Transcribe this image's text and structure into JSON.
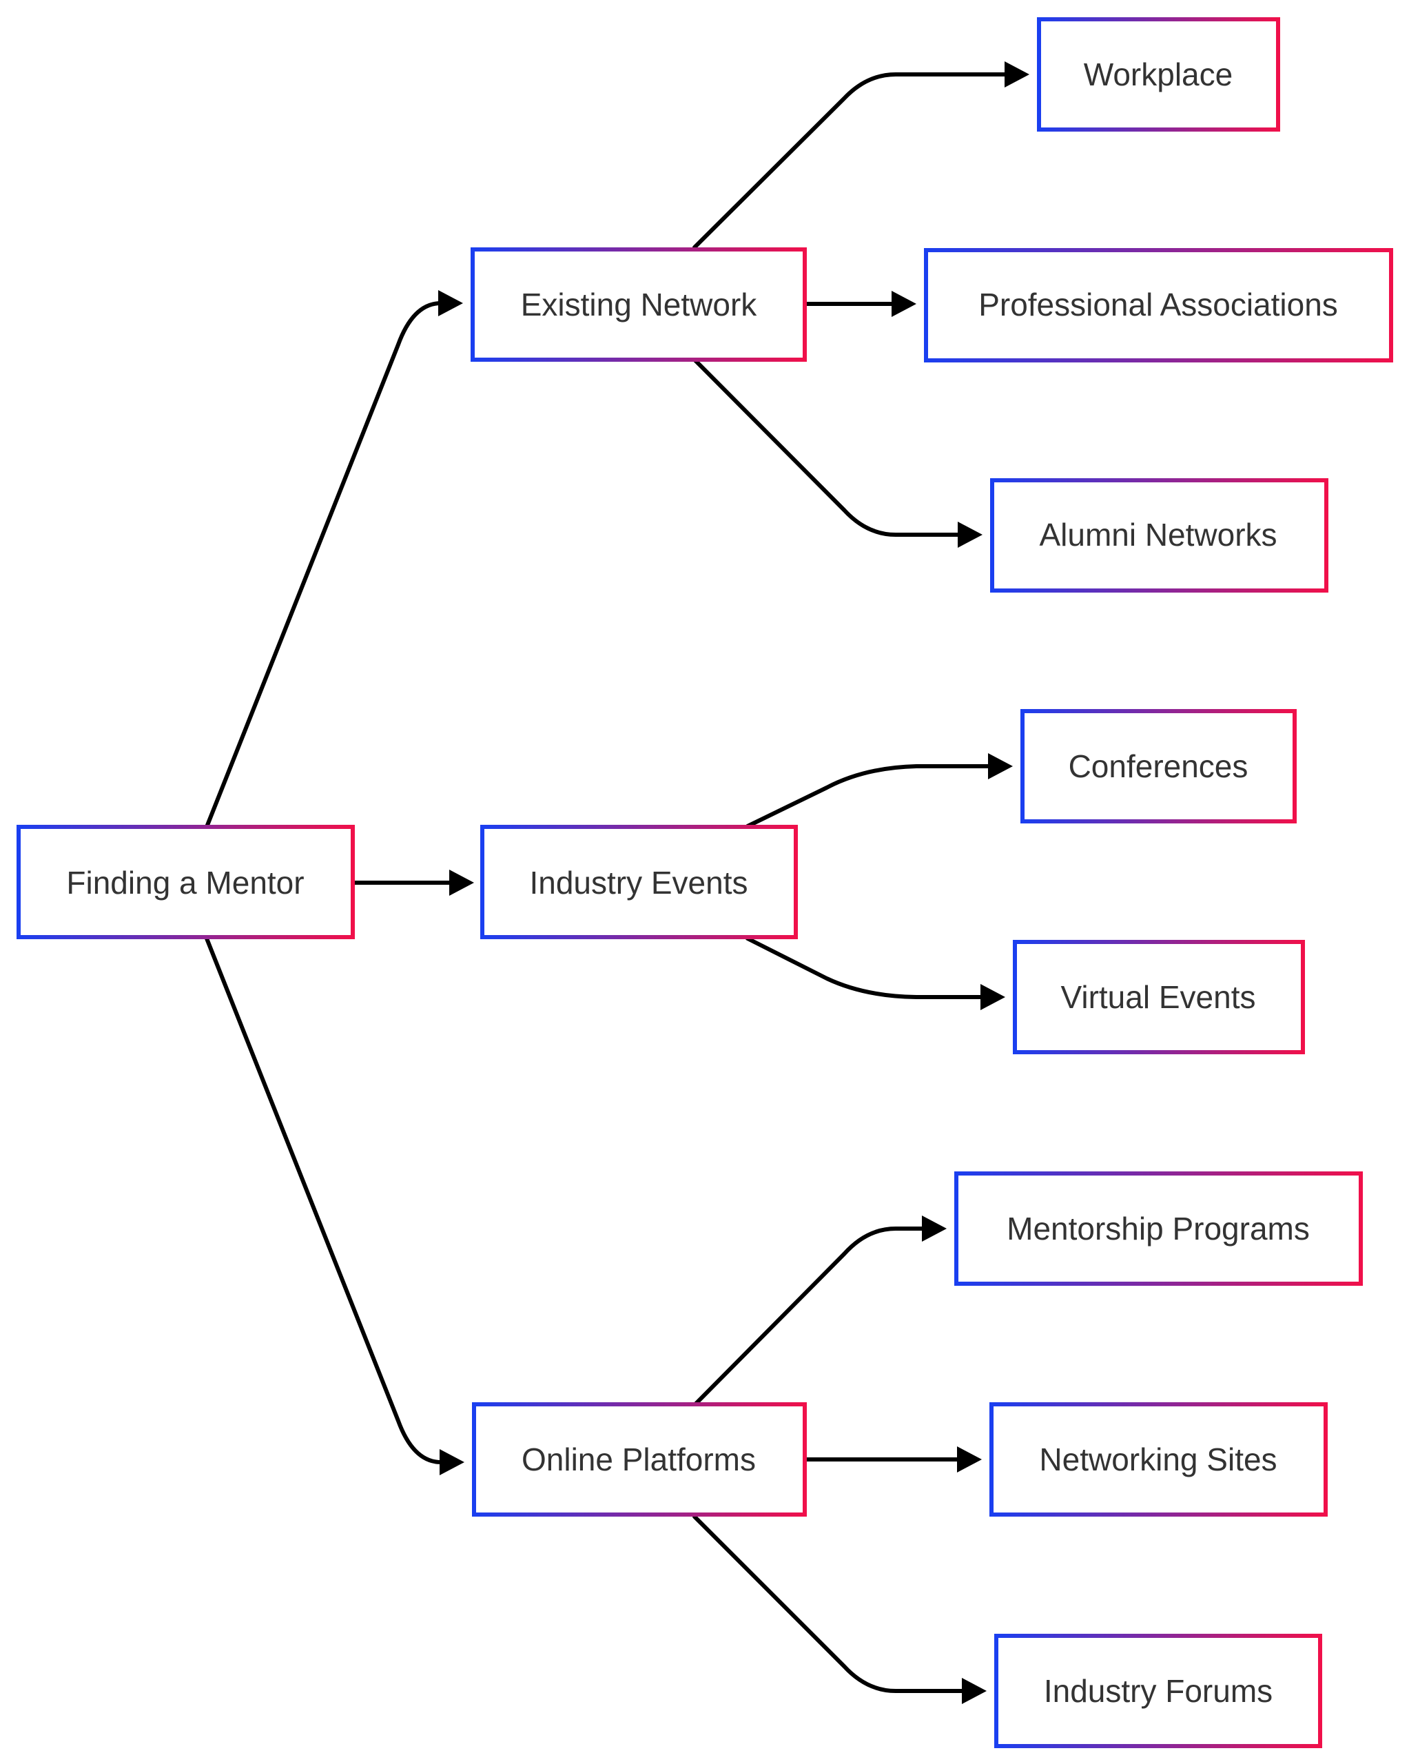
{
  "diagram": {
    "type": "flowchart",
    "direction": "left-to-right",
    "colors": {
      "box_border_start": "#1a3ff0",
      "box_border_end": "#f0104a",
      "edge": "#000000",
      "text": "#333333",
      "background": "#ffffff"
    },
    "nodes": {
      "finding_a_mentor": {
        "label": "Finding a Mentor"
      },
      "existing_network": {
        "label": "Existing Network"
      },
      "industry_events": {
        "label": "Industry Events"
      },
      "online_platforms": {
        "label": "Online Platforms"
      },
      "workplace": {
        "label": "Workplace"
      },
      "professional_associations": {
        "label": "Professional Associations"
      },
      "alumni_networks": {
        "label": "Alumni Networks"
      },
      "conferences": {
        "label": "Conferences"
      },
      "virtual_events": {
        "label": "Virtual Events"
      },
      "mentorship_programs": {
        "label": "Mentorship Programs"
      },
      "networking_sites": {
        "label": "Networking Sites"
      },
      "industry_forums": {
        "label": "Industry Forums"
      }
    },
    "edges": [
      {
        "from": "finding_a_mentor",
        "to": "existing_network"
      },
      {
        "from": "finding_a_mentor",
        "to": "industry_events"
      },
      {
        "from": "finding_a_mentor",
        "to": "online_platforms"
      },
      {
        "from": "existing_network",
        "to": "workplace"
      },
      {
        "from": "existing_network",
        "to": "professional_associations"
      },
      {
        "from": "existing_network",
        "to": "alumni_networks"
      },
      {
        "from": "industry_events",
        "to": "conferences"
      },
      {
        "from": "industry_events",
        "to": "virtual_events"
      },
      {
        "from": "online_platforms",
        "to": "mentorship_programs"
      },
      {
        "from": "online_platforms",
        "to": "networking_sites"
      },
      {
        "from": "online_platforms",
        "to": "industry_forums"
      }
    ]
  }
}
